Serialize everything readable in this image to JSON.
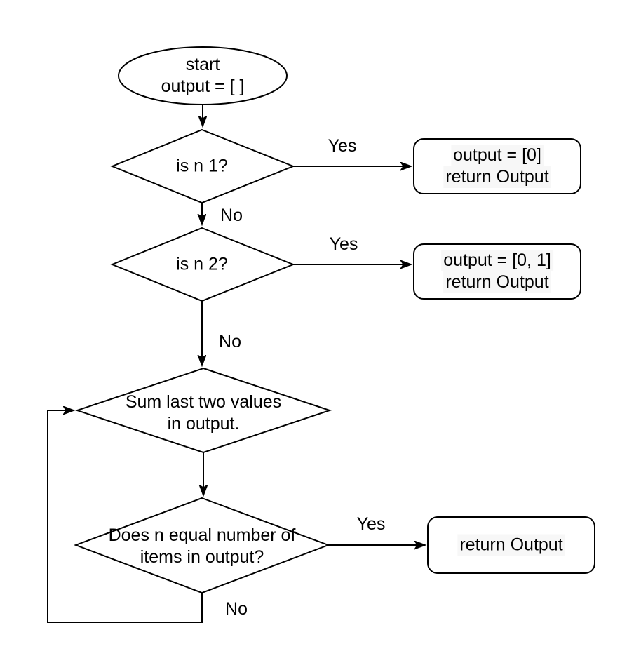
{
  "diagram": {
    "type": "flowchart",
    "colors": {
      "background": "#ffffff",
      "stroke": "#000000",
      "text": "#000000"
    },
    "nodes": {
      "start": {
        "shape": "ellipse",
        "lines": [
          "start",
          "output = [ ]"
        ]
      },
      "is_n_1": {
        "shape": "decision",
        "lines": [
          "is n 1?"
        ]
      },
      "output_0": {
        "shape": "process",
        "lines": [
          "output = [0]",
          "return Output"
        ]
      },
      "is_n_2": {
        "shape": "decision",
        "lines": [
          "is n 2?"
        ]
      },
      "output_0_1": {
        "shape": "process",
        "lines": [
          "output = [0, 1]",
          "return Output"
        ]
      },
      "sum_last_two": {
        "shape": "decision",
        "lines": [
          "Sum last two values",
          "in output."
        ]
      },
      "n_equals_items": {
        "shape": "decision",
        "lines": [
          "Does n equal number of",
          "items in output?"
        ]
      },
      "return_output": {
        "shape": "process",
        "lines": [
          "return Output"
        ]
      }
    },
    "edge_labels": {
      "yes1": "Yes",
      "no1": "No",
      "yes2": "Yes",
      "no2": "No",
      "yes3": "Yes",
      "no3": "No"
    }
  }
}
